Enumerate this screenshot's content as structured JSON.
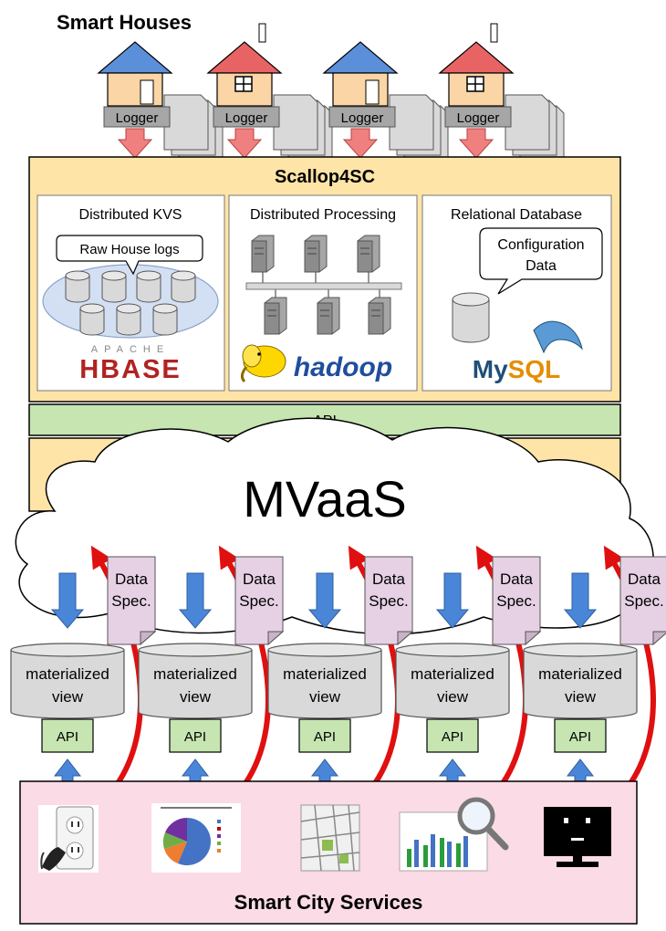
{
  "houses": {
    "title": "Smart Houses",
    "logger_label": "Logger",
    "roof_colors": [
      "#5b8fd9",
      "#e86464",
      "#5b8fd9",
      "#e86464"
    ]
  },
  "platform": {
    "title": "Scallop4SC",
    "api_label": "API",
    "panels": [
      {
        "title": "Distributed KVS",
        "callout": "Raw House logs",
        "logo_small": "APACHE",
        "logo": "HBASE"
      },
      {
        "title": "Distributed Processing",
        "logo": "hadoop"
      },
      {
        "title": "Relational Database",
        "callout_line1": "Configuration",
        "callout_line2": "Data",
        "logo_part1": "My",
        "logo_part2": "SQL"
      }
    ]
  },
  "mvaas": {
    "title": "MVaaS",
    "view_line1": "materialized",
    "view_line2": "view",
    "api_label": "API",
    "spec_line1": "Data",
    "spec_line2": "Spec."
  },
  "services": {
    "title": "Smart City Services",
    "items": [
      "power-outlet",
      "pie-chart-report",
      "city-map",
      "graph-search",
      "display-monitor"
    ]
  },
  "colors": {
    "platform_bg": "#ffe4a8",
    "api_bar": "#c6e5b1",
    "services_bg": "#fadbe6",
    "arrow_blue": "#4a86d8",
    "arrow_red": "#e01010",
    "spec_fill": "#e6d1e4",
    "view_fill": "#d9d9d9"
  }
}
